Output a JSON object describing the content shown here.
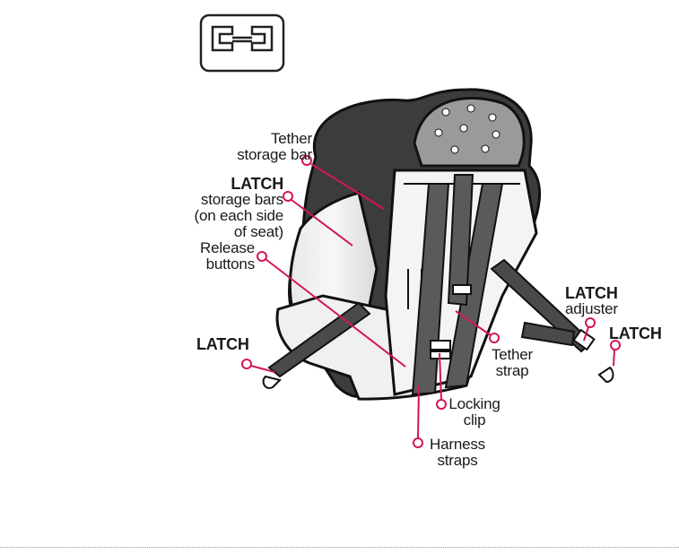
{
  "diagram": {
    "callout_color": "#d3155a",
    "labels": {
      "tether_storage_bar": {
        "line1": "Tether",
        "line2": "storage bar"
      },
      "latch_storage_bars": {
        "line1": "LATCH",
        "line2": "storage bars",
        "line3": "(on each side",
        "line4": "of seat)"
      },
      "release_buttons": {
        "line1": "Release",
        "line2": "buttons"
      },
      "latch_left": "LATCH",
      "latch_adjuster": {
        "line1": "LATCH",
        "line2": "adjuster"
      },
      "latch_right": "LATCH",
      "tether_strap": {
        "line1": "Tether",
        "line2": "strap"
      },
      "locking_clip": {
        "line1": "Locking",
        "line2": "clip"
      },
      "harness_straps": {
        "line1": "Harness",
        "line2": "straps"
      }
    },
    "icons": [
      "latch-connector-icon"
    ]
  }
}
